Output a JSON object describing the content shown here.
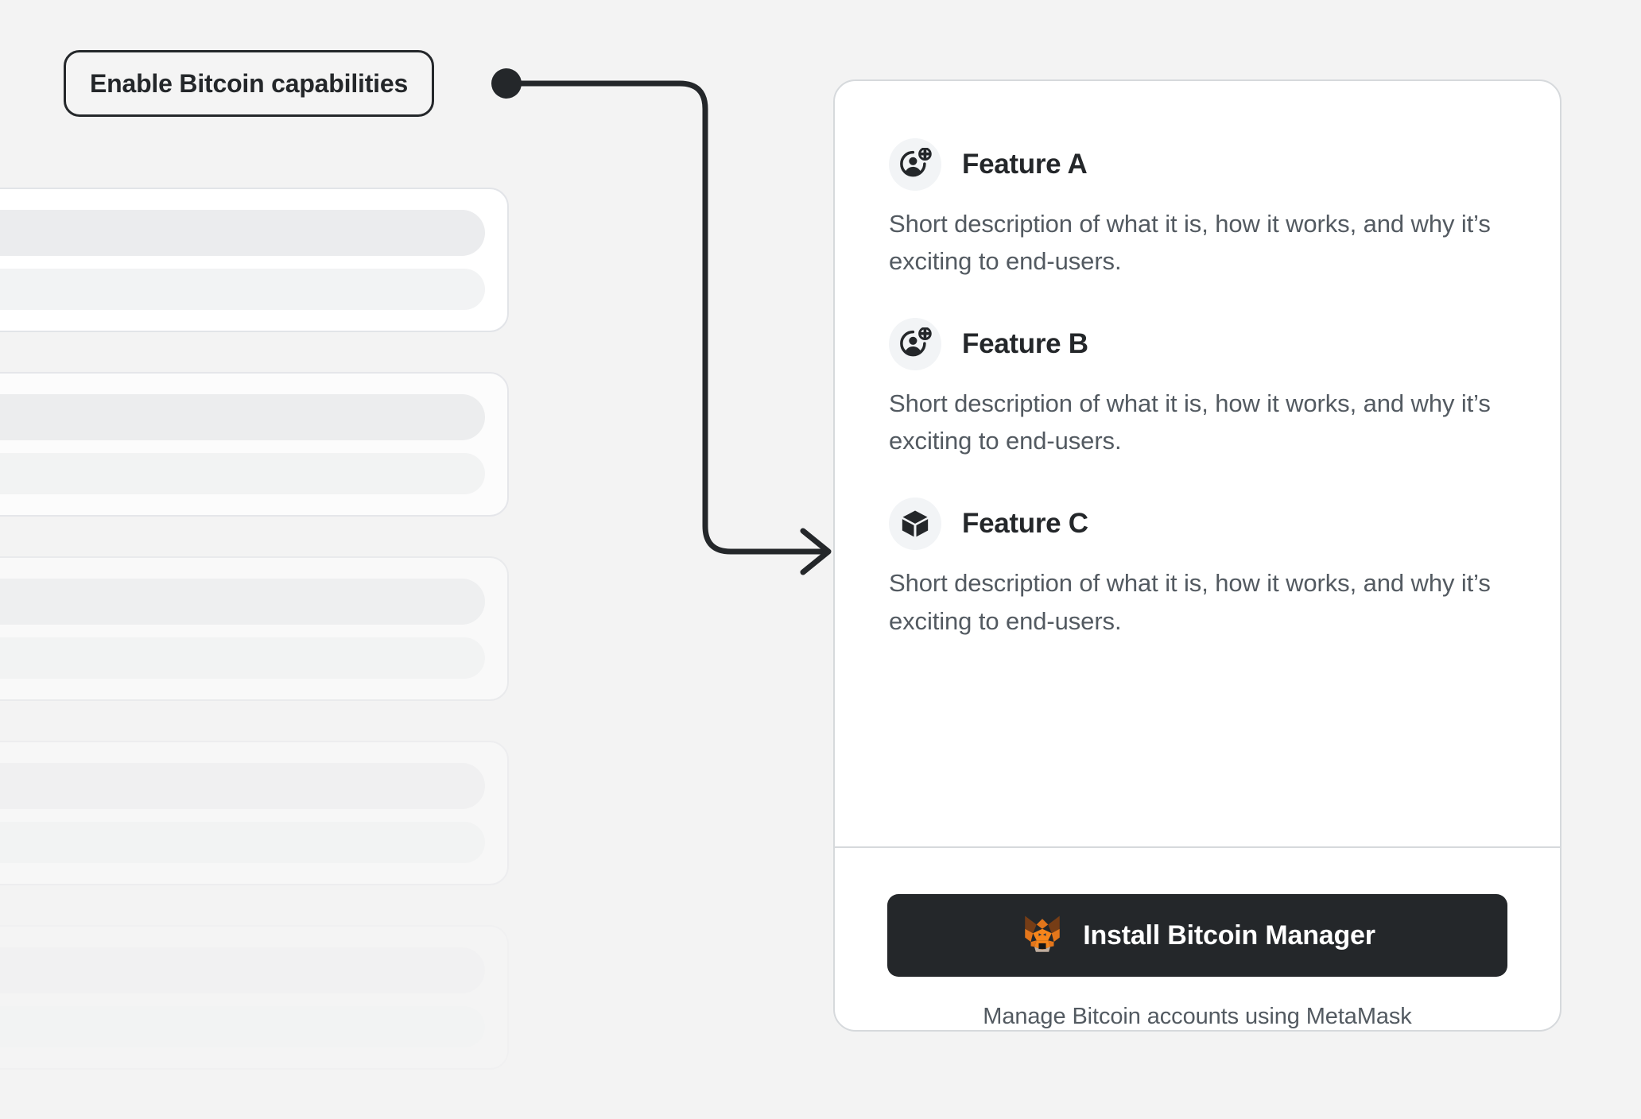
{
  "background": {
    "canvas_color": "#f3f3f3",
    "skeleton_cards": [
      {
        "name": "skeleton-card-1"
      },
      {
        "name": "skeleton-card-2"
      },
      {
        "name": "skeleton-card-3"
      },
      {
        "name": "skeleton-card-4"
      },
      {
        "name": "skeleton-card-5"
      }
    ]
  },
  "callout": {
    "label": "Enable Bitcoin capabilities",
    "border_color": "#24272a",
    "connector": {
      "icon": "arrow-right-elbow-connector",
      "dot_icon": "connector-start-dot"
    }
  },
  "card": {
    "border_color": "#d6d9dc",
    "background_color": "#ffffff",
    "features": [
      {
        "icon": "account-plus-icon",
        "title": "Feature A",
        "description": "Short description of what it is, how it works, and why it’s exciting to end-users."
      },
      {
        "icon": "account-plus-icon",
        "title": "Feature B",
        "description": "Short description of what it is, how it works, and why it’s exciting to end-users."
      },
      {
        "icon": "cube-box-icon",
        "title": "Feature C",
        "description": "Short description of what it is, how it works, and why it’s exciting to end-users."
      }
    ],
    "footer": {
      "install_button": {
        "label": "Install Bitcoin Manager",
        "icon": "metamask-fox-icon",
        "background_color": "#24272a",
        "text_color": "#ffffff"
      },
      "caption": "Manage Bitcoin accounts using MetaMask"
    }
  }
}
